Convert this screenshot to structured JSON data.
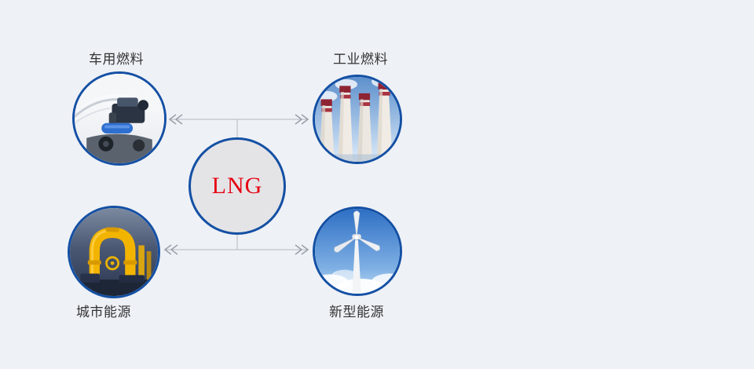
{
  "diagram": {
    "center": {
      "label": "LNG",
      "text_color": "#e60012"
    },
    "nodes": [
      {
        "id": "vehicle-fuel",
        "label": "车用燃料",
        "position": "top-left",
        "image": "car-engine-photo"
      },
      {
        "id": "industrial-fuel",
        "label": "工业燃料",
        "position": "top-right",
        "image": "power-plant-chimneys-photo"
      },
      {
        "id": "city-energy",
        "label": "城市能源",
        "position": "bottom-left",
        "image": "yellow-gas-pipeline-photo"
      },
      {
        "id": "new-energy",
        "label": "新型能源",
        "position": "bottom-right",
        "image": "wind-turbine-photo"
      }
    ],
    "colors": {
      "background": "#eef1f6",
      "circle_border": "#1450a4",
      "center_fill": "#e4e4e6",
      "connector": "#a8adb5",
      "label_text": "#333333"
    }
  }
}
